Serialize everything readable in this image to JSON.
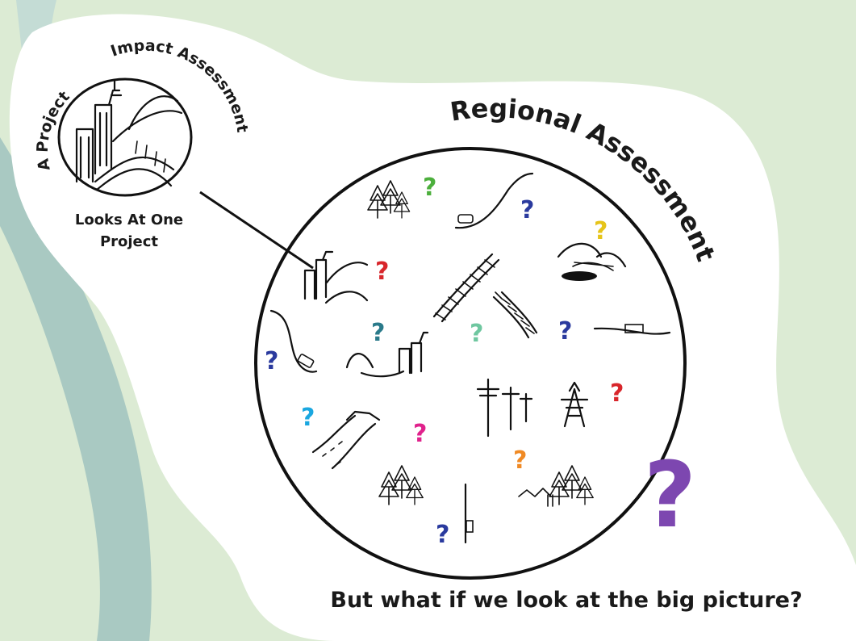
{
  "project_bubble": {
    "arc_left": "A Project",
    "arc_top": "Impact Assessment",
    "caption_line1": "Looks At One",
    "caption_line2": "Project"
  },
  "regional_bubble": {
    "arc_title": "Regional Assessment"
  },
  "bottom_caption": "But what if we look at the big picture?",
  "colors": {
    "land_green": "#dcebd4",
    "river": "#a9c9c2",
    "bubble": "#ffffff",
    "ink": "#111111",
    "big_question": "#7d47b0"
  },
  "question_marks": [
    {
      "glyph": "?",
      "color": "#4caf3c"
    },
    {
      "glyph": "?",
      "color": "#2a3a9e"
    },
    {
      "glyph": "?",
      "color": "#e6c419"
    },
    {
      "glyph": "?",
      "color": "#d8262b"
    },
    {
      "glyph": "?",
      "color": "#2a7a8a"
    },
    {
      "glyph": "?",
      "color": "#6fc7a0"
    },
    {
      "glyph": "?",
      "color": "#2a3a9e"
    },
    {
      "glyph": "?",
      "color": "#2a3a9e"
    },
    {
      "glyph": "?",
      "color": "#d8262b"
    },
    {
      "glyph": "?",
      "color": "#1aa7e0"
    },
    {
      "glyph": "?",
      "color": "#e0228c"
    },
    {
      "glyph": "?",
      "color": "#f08a24"
    },
    {
      "glyph": "?",
      "color": "#2a3a9e"
    },
    {
      "glyph": "?",
      "color": "#7d47b0"
    }
  ]
}
